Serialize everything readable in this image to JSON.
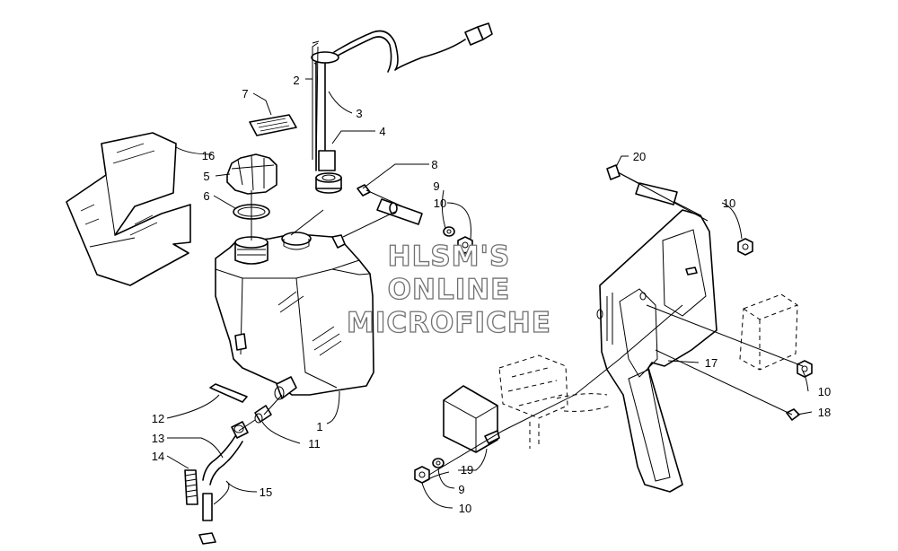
{
  "watermark": {
    "line1": "HLSM'S",
    "line2": "ONLINE",
    "line3": "MICROFICHE"
  },
  "callouts": {
    "n1": "1",
    "n2": "2",
    "n3": "3",
    "n4": "4",
    "n5": "5",
    "n6": "6",
    "n7": "7",
    "n8": "8",
    "n9a": "9",
    "n9b": "9",
    "n10a": "10",
    "n10b": "10",
    "n10c": "10",
    "n10d": "10",
    "n11": "11",
    "n12": "12",
    "n13": "13",
    "n14": "14",
    "n15": "15",
    "n16": "16",
    "n17": "17",
    "n18": "18",
    "n19": "19",
    "n20": "20"
  }
}
